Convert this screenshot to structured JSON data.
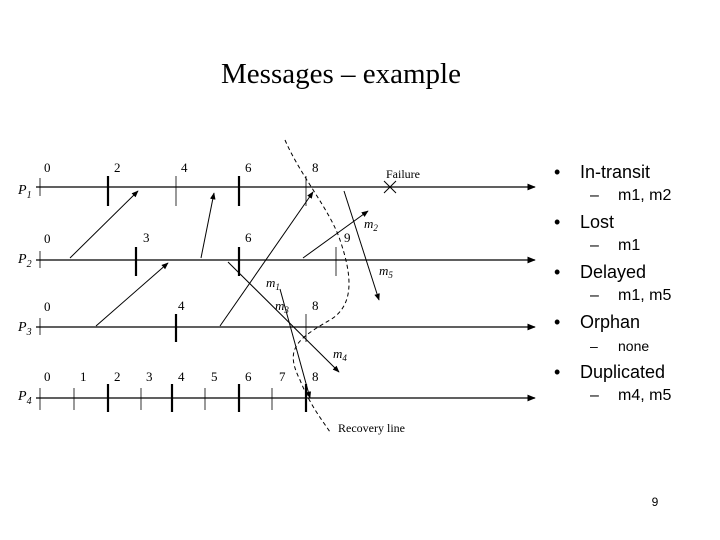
{
  "slide": {
    "title": "Messages – example",
    "page_number": "9"
  },
  "diagram": {
    "processes": [
      {
        "label": "P",
        "sub": "1",
        "ticks": [
          "0",
          "2",
          "4",
          "6",
          "8"
        ]
      },
      {
        "label": "P",
        "sub": "2",
        "ticks": [
          "0",
          "3",
          "6",
          "9"
        ]
      },
      {
        "label": "P",
        "sub": "3",
        "ticks": [
          "0",
          "4",
          "8"
        ]
      },
      {
        "label": "P",
        "sub": "4",
        "ticks": [
          "0",
          "1",
          "2",
          "3",
          "4",
          "5",
          "6",
          "7",
          "8"
        ]
      }
    ],
    "annotations": {
      "failure": "Failure",
      "recovery_line": "Recovery line"
    },
    "messages": [
      {
        "label": "m",
        "sub": "1"
      },
      {
        "label": "m",
        "sub": "2"
      },
      {
        "label": "m",
        "sub": "3"
      },
      {
        "label": "m",
        "sub": "4"
      },
      {
        "label": "m",
        "sub": "5"
      }
    ]
  },
  "bullets": [
    {
      "label": "In-transit",
      "detail": "m1, m2"
    },
    {
      "label": "Lost",
      "detail": "m1"
    },
    {
      "label": "Delayed",
      "detail": "m1, m5"
    },
    {
      "label": "Orphan",
      "detail": "none"
    },
    {
      "label": "Duplicated",
      "detail": "m4, m5"
    }
  ],
  "colors": {
    "ink": "#000000",
    "faint": "#555555"
  }
}
